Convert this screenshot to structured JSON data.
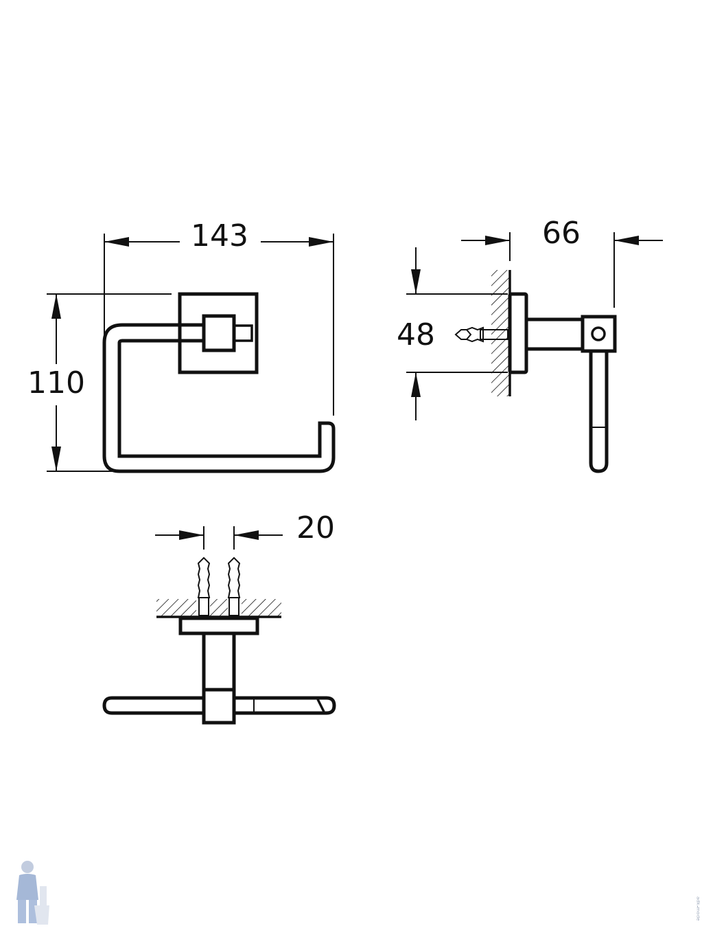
{
  "dimensions": {
    "width_overall": "143",
    "height_overall": "110",
    "projection": "66",
    "rosette_height": "48",
    "screw_spacing": "20"
  },
  "colors": {
    "line": "#111111",
    "background": "#ffffff",
    "watermark": "#9aa6b8"
  },
  "icons": {
    "logo": "plumber-mascot-icon"
  }
}
